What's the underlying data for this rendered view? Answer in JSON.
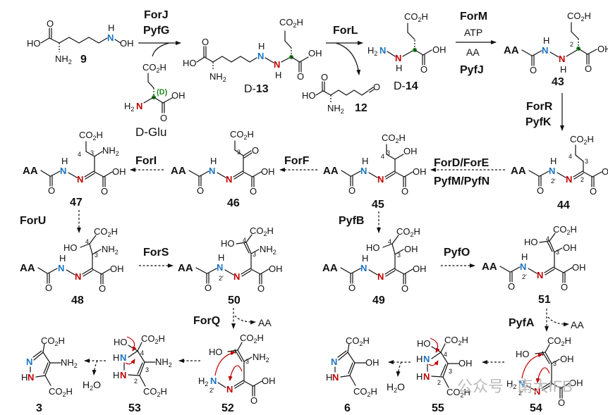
{
  "title": "Pyrazole biosynthetic pathway (formycin / pyrazofurin)",
  "colors": {
    "nitrogen_from_lysine": "#1a74c4",
    "nitrogen_from_glutamate": "#c00000",
    "stereocenter": "#1f8a1f",
    "arrow_push": "#c00000"
  },
  "compounds": {
    "c9": "9",
    "c13": "13",
    "c13_prefix": "D-",
    "c14": "14",
    "c14_prefix": "D-",
    "c12": "12",
    "dglu": "D-Glu",
    "c43": "43",
    "c44": "44",
    "c45": "45",
    "c46": "46",
    "c47": "47",
    "c48": "48",
    "c49": "49",
    "c50": "50",
    "c51": "51",
    "c52": "52",
    "c53": "53",
    "c3": "3",
    "c54": "54",
    "c55": "55",
    "c6": "6"
  },
  "enzymes": {
    "forj": "ForJ",
    "pyfg": "PyfG",
    "forl": "ForL",
    "form": "ForM",
    "atp": "ATP",
    "aa": "AA",
    "pyfj": "PyfJ",
    "forr": "ForR",
    "pyfk": "PyfK",
    "fordfore": "ForD/ForE",
    "pyfmpyfn": "PyfM/PyfN",
    "forf": "ForF",
    "fori": "ForI",
    "foru": "ForU",
    "fors": "ForS",
    "pyfb": "PyfB",
    "pyfo": "PyfO",
    "forq": "ForQ",
    "pyfa": "PyfA"
  },
  "byproducts": {
    "aa_forq": "AA",
    "aa_pyfa": "AA",
    "h2o_left": "H2O",
    "h2o_right": "H2O"
  },
  "atoms": {
    "ho": "HO",
    "oh": "OH",
    "o": "O",
    "h": "H",
    "n": "N",
    "nh2": "NH",
    "h2n": "H",
    "co2h": "CO",
    "aa": "AA",
    "d_label": "(D)"
  },
  "locants": {
    "l2": "2",
    "l3": "3",
    "l4": "4",
    "l2p": "2′"
  },
  "watermark": "公众号 · 南大IFB"
}
